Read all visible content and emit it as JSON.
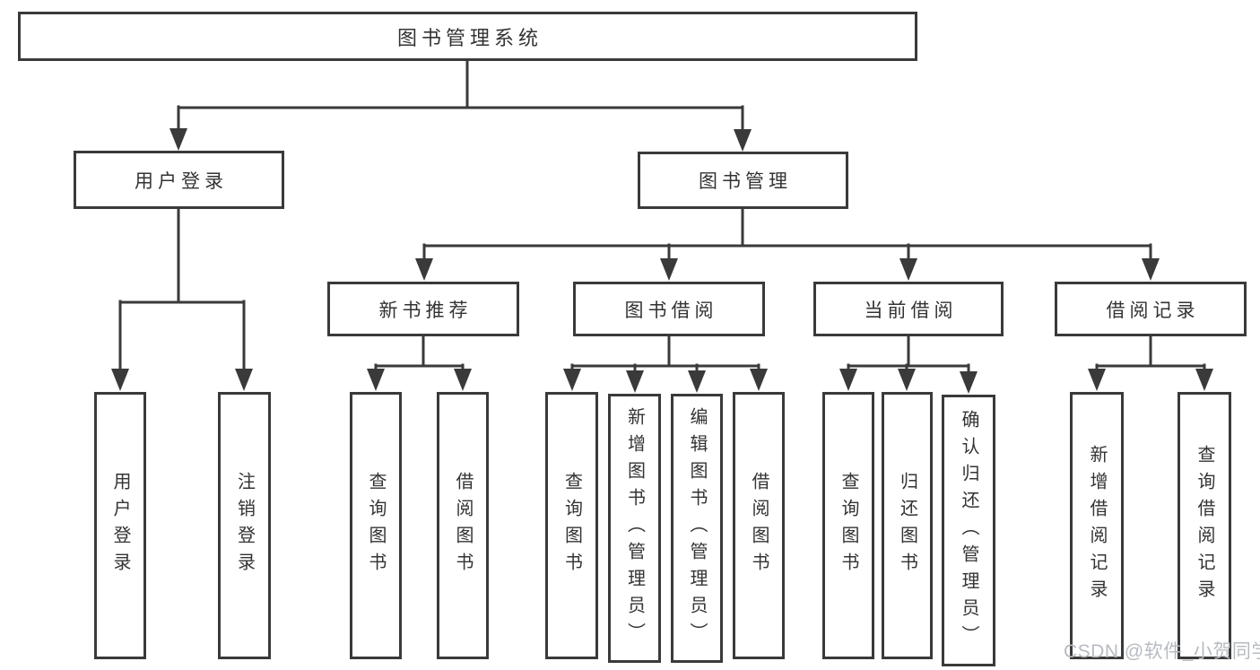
{
  "tree": {
    "label": "图书管理系统",
    "children": [
      {
        "label": "用户登录",
        "children": [
          {
            "label": "用户登录"
          },
          {
            "label": "注销登录"
          }
        ]
      },
      {
        "label": "图书管理",
        "children": [
          {
            "label": "新书推荐",
            "children": [
              {
                "label": "查询图书"
              },
              {
                "label": "借阅图书"
              }
            ]
          },
          {
            "label": "图书借阅",
            "children": [
              {
                "label": "查询图书"
              },
              {
                "label": "新增图书（管理员）"
              },
              {
                "label": "编辑图书（管理员）"
              },
              {
                "label": "借阅图书"
              }
            ]
          },
          {
            "label": "当前借阅",
            "children": [
              {
                "label": "查询图书"
              },
              {
                "label": "归还图书"
              },
              {
                "label": "确认归还（管理员）"
              }
            ]
          },
          {
            "label": "借阅记录",
            "children": [
              {
                "label": "新增借阅记录"
              },
              {
                "label": "查询借阅记录"
              }
            ]
          }
        ]
      }
    ]
  },
  "watermark": {
    "text": "CSDN @软件_小贺同学"
  },
  "colors": {
    "line": "#3a3a3a",
    "box_border": "#3a3a3a",
    "text": "#333333",
    "watermark": "#b7bbc2",
    "background": "#ffffff"
  }
}
